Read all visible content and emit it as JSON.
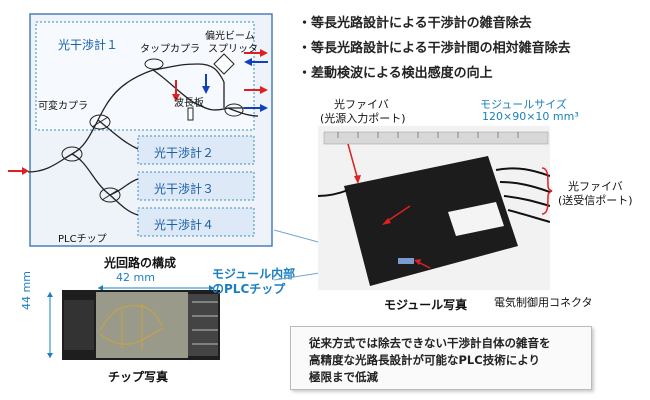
{
  "bullets": [
    "・等長光路設計による干渉計の雑音除去",
    "・等長光路設計による干渉計間の相対雑音除去",
    "・差動検波による検出感度の向上"
  ],
  "circuit": {
    "interferometer1": "光干渉計１",
    "interferometer2": "光干渉計２",
    "interferometer3": "光干渉計３",
    "interferometer4": "光干渉計４",
    "tap_coupler": "タップカプラ",
    "pbs_line1": "偏光ビーム",
    "pbs_line2": "スプリッタ",
    "waveplate": "波長板",
    "variable_coupler": "可変カプラ",
    "plc_chip": "PLCチップ",
    "caption": "光回路の構成"
  },
  "chip_photo": {
    "width_label": "42 mm",
    "height_label": "44 mm",
    "caption": "チップ写真"
  },
  "module_inner_label": [
    "モジュール内部",
    "のPLCチップ"
  ],
  "module": {
    "fiber_in": [
      "光ファイバ",
      "(光源入力ポート)"
    ],
    "size_label": "モジュールサイズ",
    "size_value": "120×90×10 mm³",
    "fiber_out": [
      "光ファイバ",
      "(送受信ポート)"
    ],
    "photo_caption": "モジュール写真",
    "connector": "電気制御用コネクタ"
  },
  "note": [
    "従来方式では除去できない干渉計自体の雑音を",
    "高精度な光路長設計が可能なPLC技術により",
    "極限まで低減"
  ],
  "colors": {
    "accent_blue": "#1a7fc1",
    "arrow_red": "#e02020",
    "arrow_blue": "#1040c0"
  }
}
